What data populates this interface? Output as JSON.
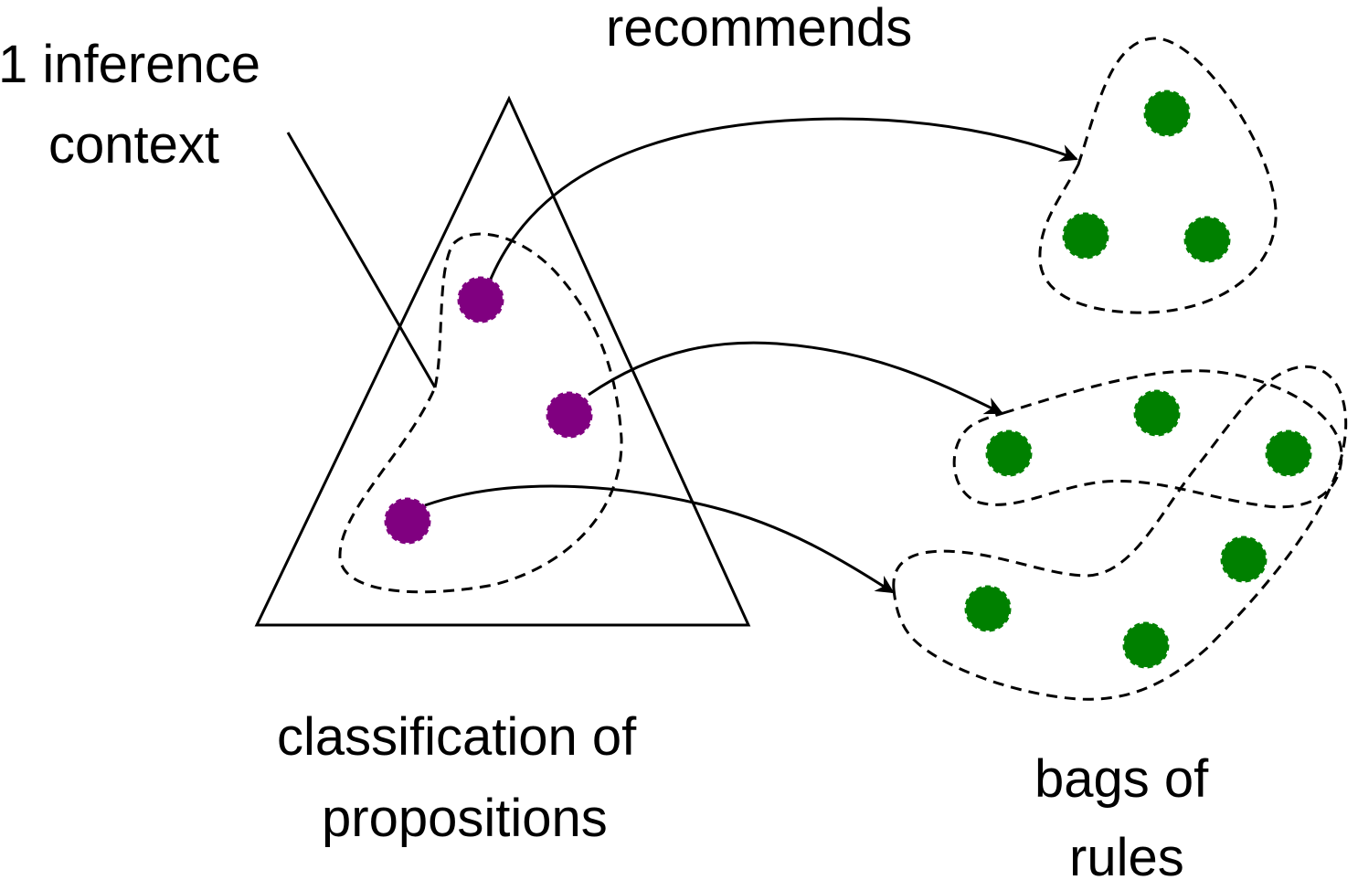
{
  "labels": {
    "inference_context_line1": "1 inference",
    "inference_context_line2": "context",
    "recommends": "recommends",
    "classification_line1": "classification of",
    "classification_line2": "propositions",
    "bags_line1": "bags of",
    "bags_line2": "rules"
  },
  "colors": {
    "proposition": "#800080",
    "rule": "#008000",
    "line": "#000000"
  }
}
